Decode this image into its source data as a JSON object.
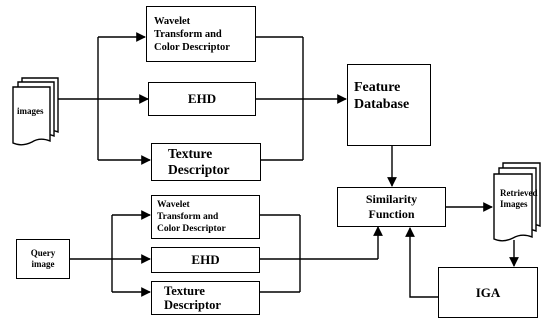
{
  "nodes": {
    "images": "images",
    "wavelet_top": "Wavelet Transform and Color Descriptor",
    "ehd_top": "EHD",
    "texture_top": "Texture Descriptor",
    "feature_db": "Feature Database",
    "similarity": "Similarity Function",
    "retrieved": "Retrieved Images",
    "query": "Query image",
    "wavelet_bottom": "Wavelet Transform and Color Descriptor",
    "ehd_bottom": "EHD",
    "texture_bottom": "Texture Descriptor",
    "iga": "IGA"
  },
  "lines": {
    "wavelet_top": [
      "Wavelet",
      "Transform and",
      "Color Descriptor"
    ],
    "texture_top": [
      "Texture",
      "Descriptor"
    ],
    "feature_db": [
      "Feature",
      "Database"
    ],
    "similarity": [
      "Similarity",
      "Function"
    ],
    "retrieved": [
      "Retrieved",
      "Images"
    ],
    "query": [
      "Query",
      "image"
    ],
    "wavelet_bottom": [
      "Wavelet",
      "Transform and",
      "Color Descriptor"
    ],
    "texture_bottom": [
      "Texture",
      "Descriptor"
    ]
  }
}
